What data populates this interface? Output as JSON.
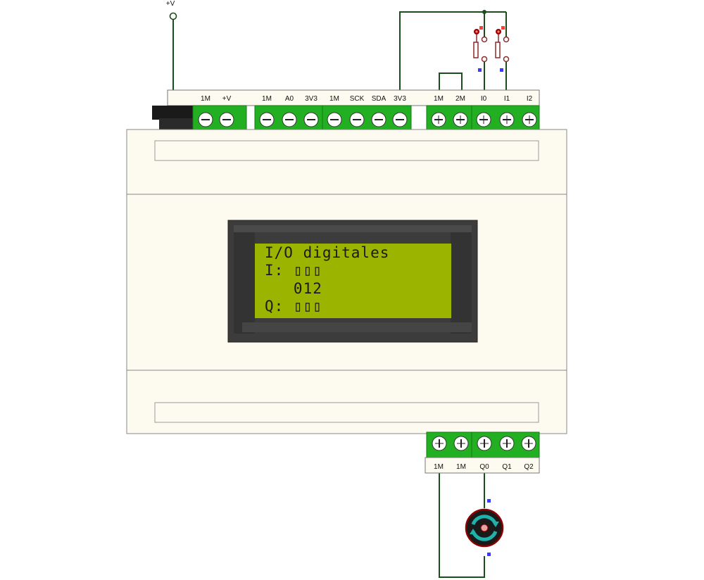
{
  "supply": {
    "label": "+V"
  },
  "top_terminals": {
    "block1": [
      "1M",
      "+V"
    ],
    "block2": [
      "1M",
      "A0",
      "3V3",
      "1M",
      "SCK",
      "SDA",
      "3V3"
    ],
    "block3": [
      "1M",
      "2M",
      "I0",
      "I1",
      "I2"
    ]
  },
  "bottom_terminals": [
    "1M",
    "1M",
    "Q0",
    "Q1",
    "Q2"
  ],
  "lcd": {
    "lines": [
      "I/O digitales",
      "I: ▯▯▯",
      "   012",
      "Q: ▯▯▯"
    ]
  },
  "colors": {
    "terminal_green": "#22b022",
    "housing": "#fdfbf0",
    "wire": "#1a4d1a",
    "lcd_bg": "#9ab400",
    "lcd_bezel": "#3c3c3c",
    "motor_ring": "#8b0000",
    "motor_symbol": "#20b2aa",
    "pin_marker": "#3a3aff"
  }
}
